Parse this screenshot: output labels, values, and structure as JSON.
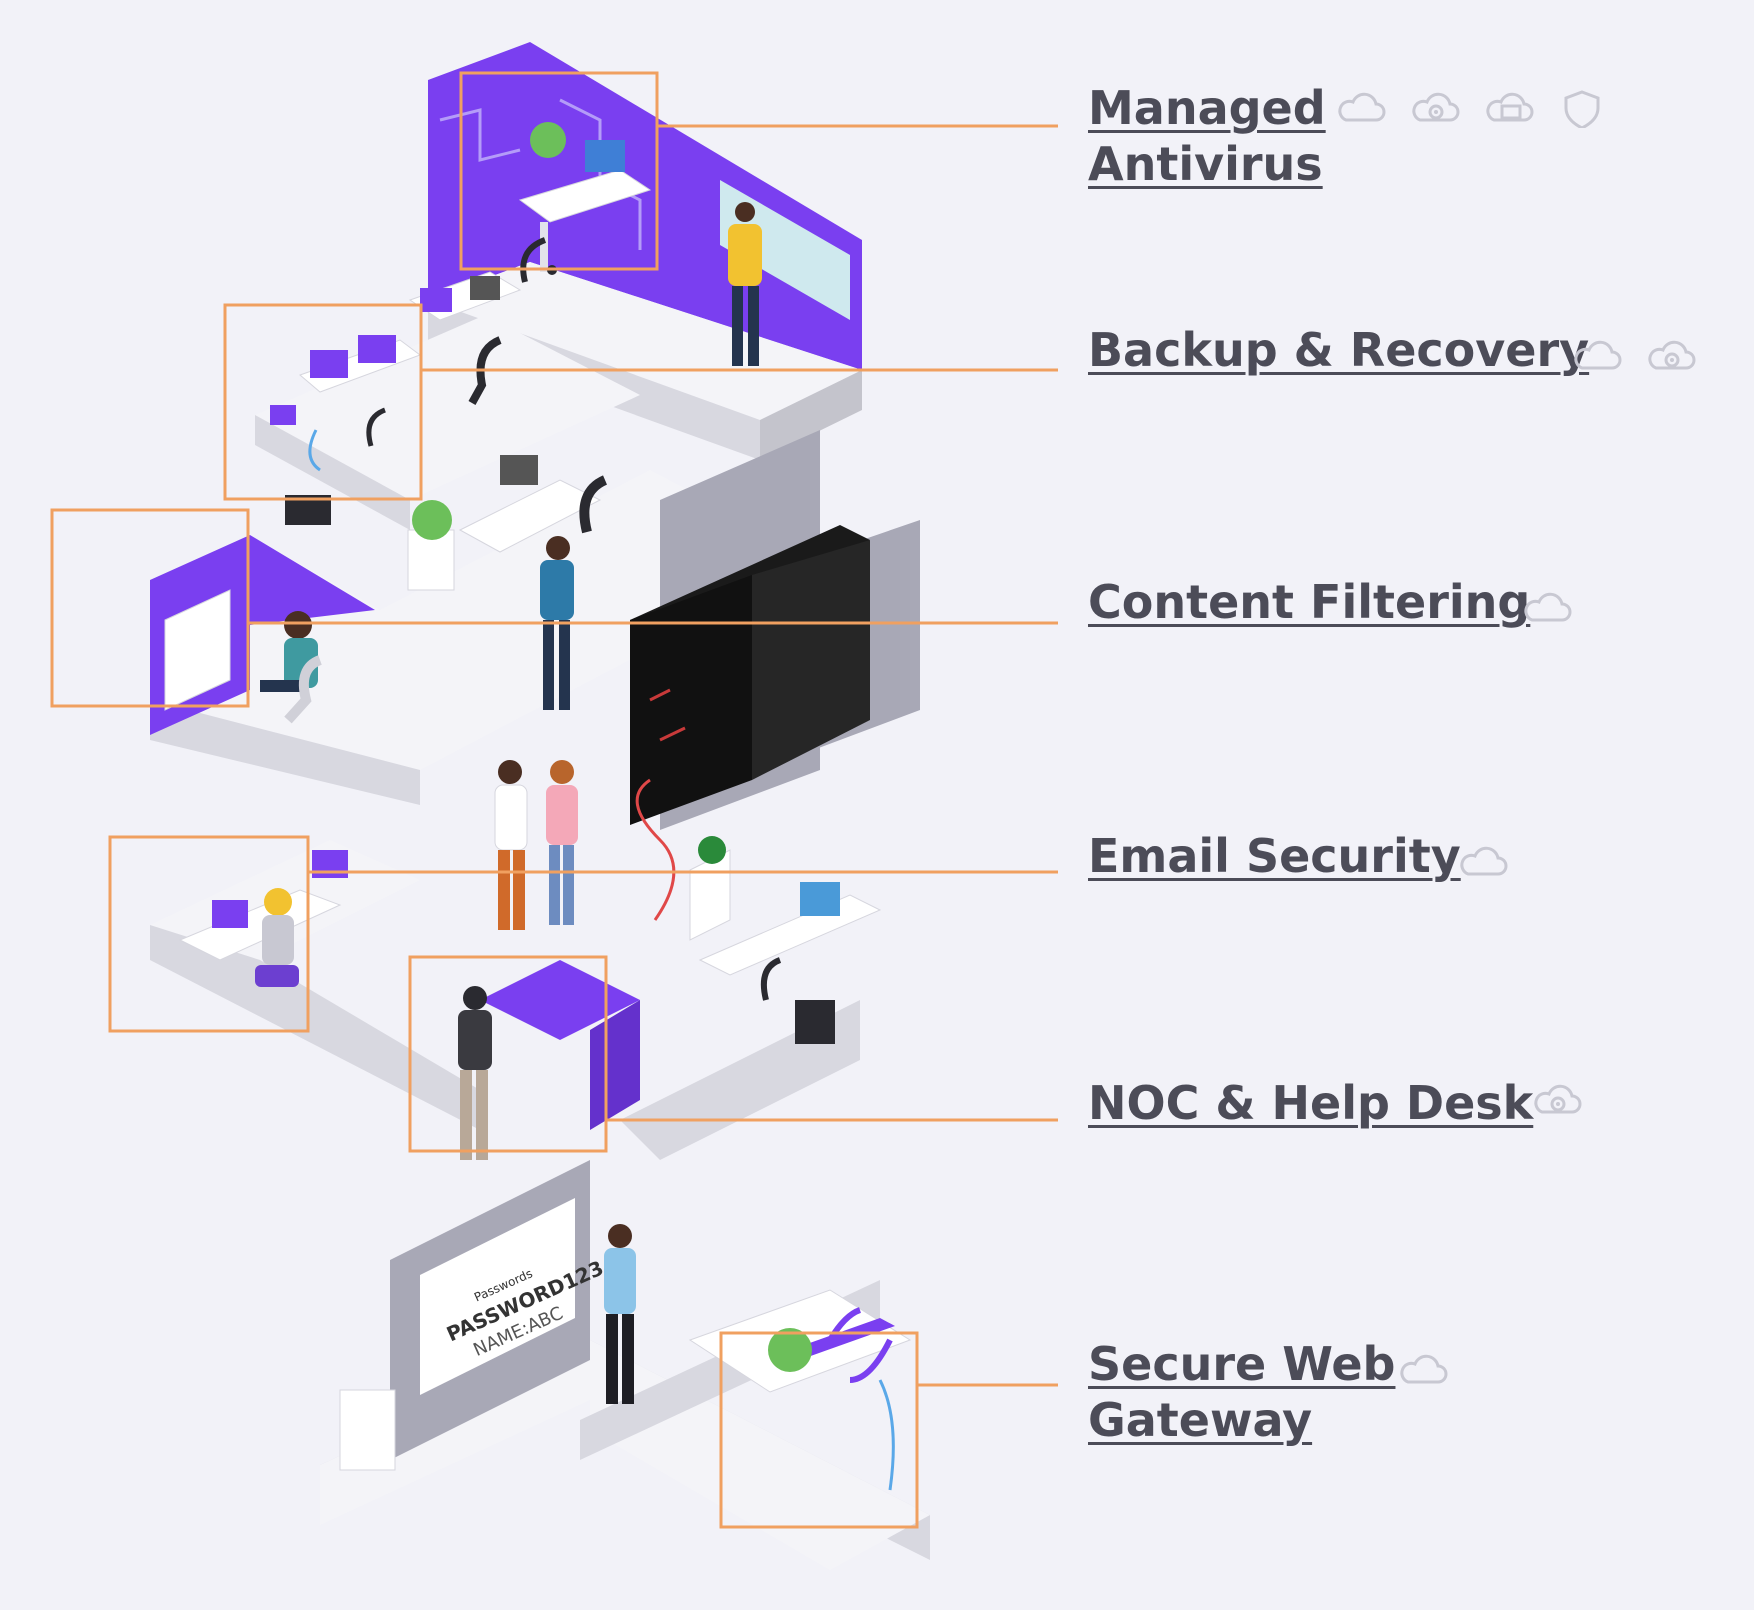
{
  "services": [
    {
      "id": "managed-antivirus",
      "lines": [
        "Managed",
        "Antivirus"
      ],
      "icons": [
        "cloud-icon",
        "cloud-gear-icon",
        "cloud-server-icon",
        "shield-icon"
      ]
    },
    {
      "id": "backup-recovery",
      "lines": [
        "Backup & Recovery"
      ],
      "icons": [
        "cloud-icon",
        "cloud-gear-icon"
      ]
    },
    {
      "id": "content-filtering",
      "lines": [
        "Content Filtering"
      ],
      "icons": [
        "cloud-icon"
      ]
    },
    {
      "id": "email-security",
      "lines": [
        "Email Security"
      ],
      "icons": [
        "cloud-icon"
      ]
    },
    {
      "id": "noc-help-desk",
      "lines": [
        "NOC & Help Desk"
      ],
      "icons": [
        "cloud-gear-icon"
      ]
    },
    {
      "id": "secure-web-gateway",
      "lines": [
        "Secure Web",
        "Gateway"
      ],
      "icons": [
        "cloud-icon"
      ]
    }
  ],
  "whiteboard": {
    "heading": "Passwords",
    "line1": "PASSWORD123",
    "line2": "NAME:ABC"
  },
  "colors": {
    "background": "#f2f2f8",
    "accent_purple": "#7a3ff0",
    "highlight_orange": "#f0a060",
    "label_text": "#4c4c58",
    "icon_gray": "#c8c8d2",
    "floor": "#e9e9ef",
    "wall_gray": "#a8a8b6"
  }
}
